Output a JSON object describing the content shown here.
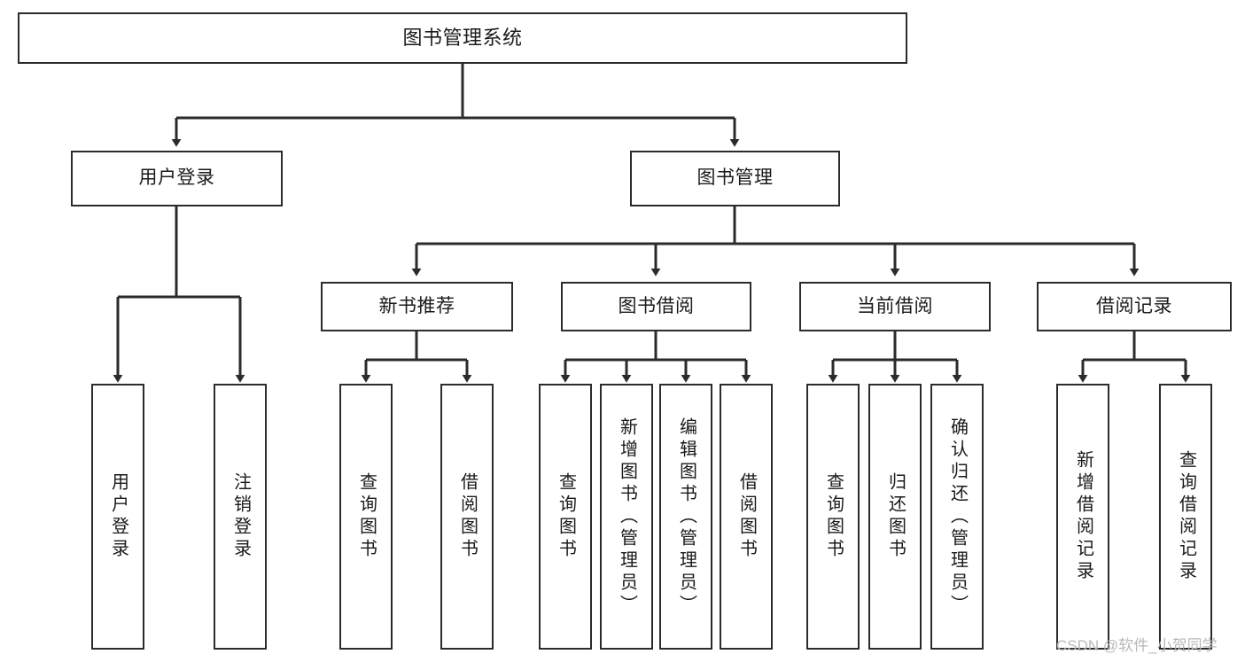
{
  "diagram": {
    "title": "图书管理系统",
    "type": "tree-hierarchy-chart",
    "orientation": "top-down",
    "style": {
      "box_border_color": "#2b2b2b",
      "box_fill_color": "#ffffff",
      "edge_color": "#2b2b2b",
      "background_color": "#ffffff",
      "text_color": "#1a1a1a"
    },
    "nodes": {
      "root": {
        "label": "图书管理系统",
        "level": 1
      },
      "level2": [
        {
          "id": "user-login",
          "label": "用户登录"
        },
        {
          "id": "book-management",
          "label": "图书管理"
        }
      ],
      "level3": [
        {
          "id": "new-book-recommend",
          "label": "新书推荐",
          "parent": "book-management"
        },
        {
          "id": "book-borrow",
          "label": "图书借阅",
          "parent": "book-management"
        },
        {
          "id": "current-borrow",
          "label": "当前借阅",
          "parent": "book-management"
        },
        {
          "id": "borrow-record",
          "label": "借阅记录",
          "parent": "book-management"
        }
      ],
      "leaves": {
        "user-login": [
          {
            "id": "leaf-user-login",
            "label": "用户登录"
          },
          {
            "id": "leaf-logout",
            "label": "注销登录"
          }
        ],
        "new-book-recommend": [
          {
            "id": "leaf-query-book-1",
            "label": "查询图书"
          },
          {
            "id": "leaf-borrow-book-1",
            "label": "借阅图书"
          }
        ],
        "book-borrow": [
          {
            "id": "leaf-query-book-2",
            "label": "查询图书"
          },
          {
            "id": "leaf-add-book",
            "label": "新增图书（管理员）"
          },
          {
            "id": "leaf-edit-book",
            "label": "编辑图书（管理员）"
          },
          {
            "id": "leaf-borrow-book-2",
            "label": "借阅图书"
          }
        ],
        "current-borrow": [
          {
            "id": "leaf-query-book-3",
            "label": "查询图书"
          },
          {
            "id": "leaf-return-book",
            "label": "归还图书"
          },
          {
            "id": "leaf-confirm-return",
            "label": "确认归还（管理员）"
          }
        ],
        "borrow-record": [
          {
            "id": "leaf-add-record",
            "label": "新增借阅记录"
          },
          {
            "id": "leaf-query-record",
            "label": "查询借阅记录"
          }
        ]
      }
    }
  },
  "watermark": {
    "text": "CSDN @软件_小贺同学"
  }
}
